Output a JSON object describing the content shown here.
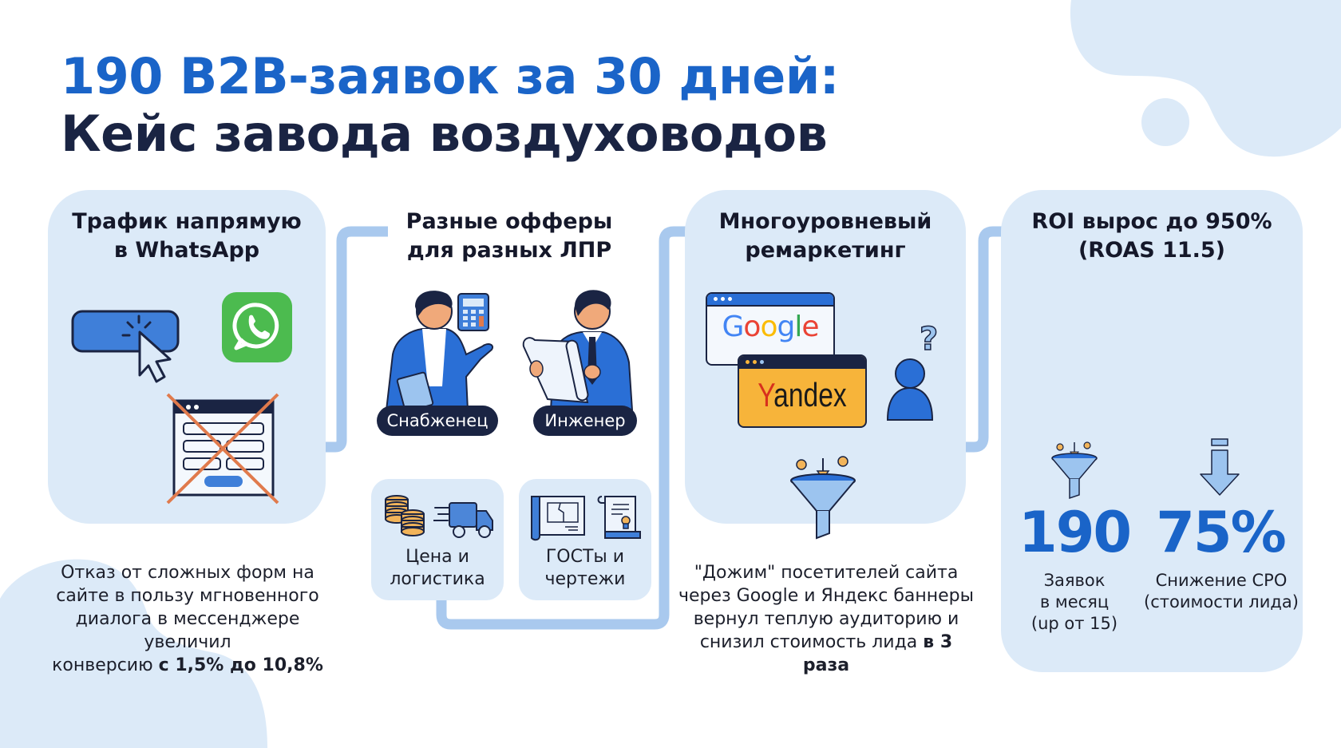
{
  "header": {
    "title_line1": "190 B2B-заявок за 30 дней:",
    "title_line2": "Кейс завода воздуховодов"
  },
  "colors": {
    "accent_blue": "#1a64c8",
    "dark_navy": "#1a2443",
    "card_bg": "#dceaf8",
    "connector": "#a9c9ee",
    "whatsapp_green": "#4cbb4f",
    "yandex_yellow": "#f7b43a",
    "cross_orange": "#e07a4c"
  },
  "cards": [
    {
      "title_line1": "Трафик напрямую",
      "title_line2": "в WhatsApp",
      "icons": [
        "click-button-icon",
        "whatsapp-icon",
        "crossed-form-icon"
      ],
      "description": {
        "line1": "Отказ от сложных форм на",
        "line2": "сайте в пользу мгновенного",
        "line3": "диалога в мессенджере увеличил",
        "line4_normal": "конверсию ",
        "line4_bold": "с 1,5% до 10,8%"
      }
    },
    {
      "title_line1": "Разные офферы",
      "title_line2": "для разных ЛПР",
      "personas": [
        {
          "label": "Снабженец",
          "icon": "buyer-person-icon"
        },
        {
          "label": "Инженер",
          "icon": "engineer-person-icon"
        }
      ],
      "offers": [
        {
          "line1": "Цена и",
          "line2": "логистика",
          "icons": [
            "coins-icon",
            "delivery-truck-icon"
          ]
        },
        {
          "line1": "ГОСТы и",
          "line2": "чертежи",
          "icons": [
            "blueprint-icon",
            "certificate-icon"
          ]
        }
      ]
    },
    {
      "title_line1": "Многоуровневый",
      "title_line2": "ремаркетинг",
      "banners": [
        {
          "label": "Google",
          "icon": "google-banner-icon"
        },
        {
          "label": "Yandex",
          "icon": "yandex-banner-icon"
        }
      ],
      "question_mark": "?",
      "description": {
        "line1": "\"Дожим\" посетителей сайта",
        "line2": "через Google и Яндекс баннеры",
        "line3": "вернул теплую аудиторию и",
        "line4_normal": "снизил стоимость лида ",
        "line4_bold": "в 3 раза"
      }
    },
    {
      "title_line1": "ROI вырос до 950%",
      "title_line2": "(ROAS 11.5)",
      "stats": [
        {
          "value": "190",
          "label_line1": "Заявок",
          "label_line2": "в месяц",
          "label_line3": "(up от 15)",
          "icon": "funnel-icon"
        },
        {
          "value": "75%",
          "label_line1": "Снижение CPO",
          "label_line2": "(стоимости лида)",
          "icon": "down-arrow-icon"
        }
      ]
    }
  ]
}
